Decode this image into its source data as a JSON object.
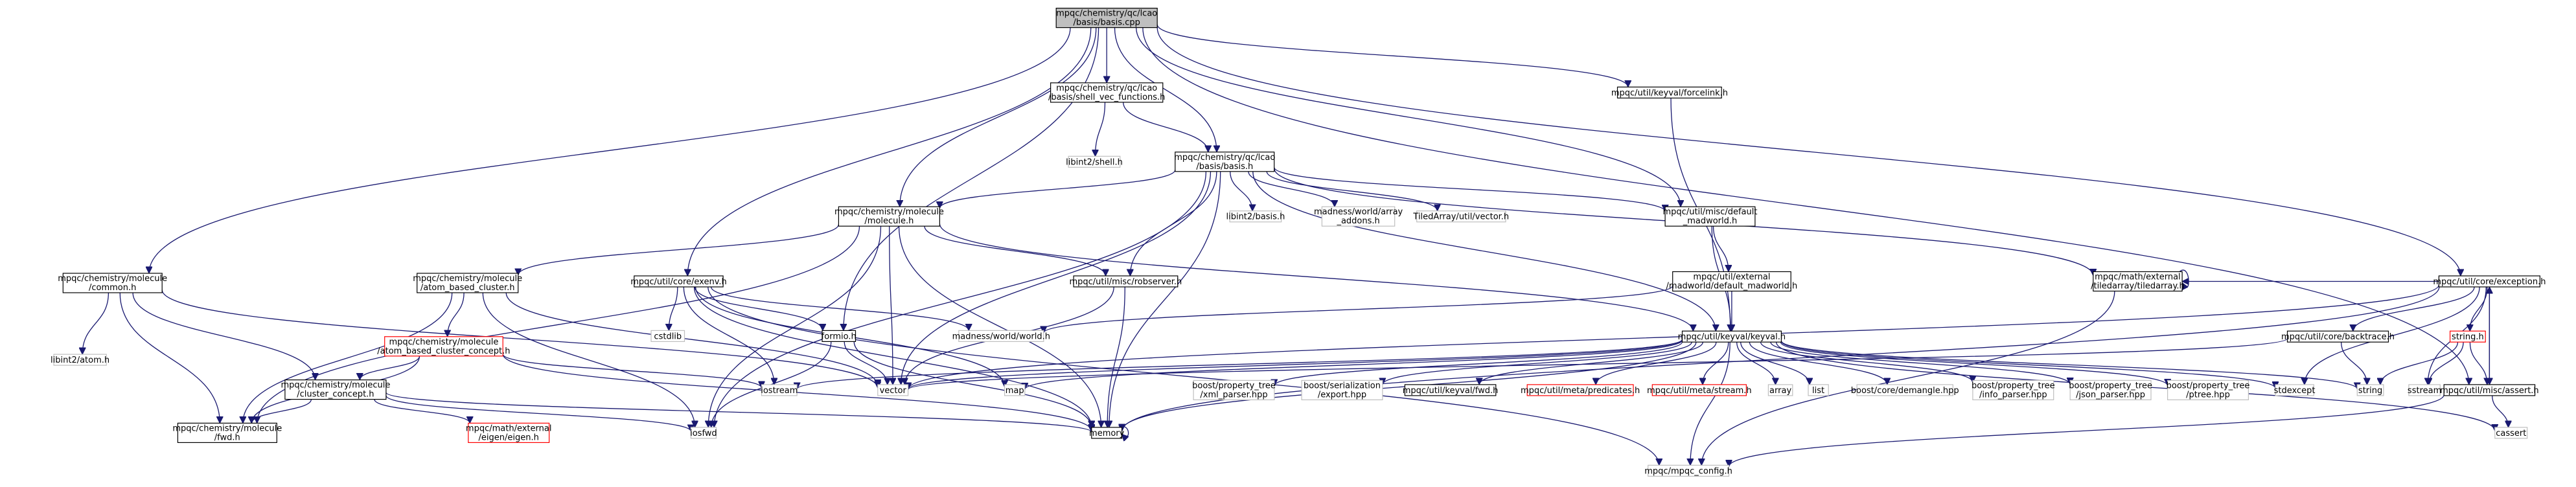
{
  "colors": {
    "edge": "#191970",
    "root_fill": "#bfbfbf",
    "file_border": "#000000",
    "system_border": "#bfbfbf",
    "incomplete_border": "#ff0000"
  },
  "nodes": [
    {
      "id": "root",
      "lines": [
        "mpqc/chemistry/qc/lcao",
        "/basis/basis.cpp"
      ],
      "kind": "root"
    },
    {
      "id": "common_h",
      "lines": [
        "mpqc/chemistry/molecule",
        "/common.h"
      ],
      "kind": "file"
    },
    {
      "id": "shell_vec",
      "lines": [
        "mpqc/chemistry/qc/lcao",
        "/basis/shell_vec_functions.h"
      ],
      "kind": "file"
    },
    {
      "id": "basis_h",
      "lines": [
        "mpqc/chemistry/qc/lcao",
        "/basis/basis.h"
      ],
      "kind": "file"
    },
    {
      "id": "forcelink",
      "lines": [
        "mpqc/util/keyval/forcelink.h"
      ],
      "kind": "file"
    },
    {
      "id": "libint_shell",
      "lines": [
        "libint2/shell.h"
      ],
      "kind": "system"
    },
    {
      "id": "molecule_h",
      "lines": [
        "mpqc/chemistry/molecule",
        "/molecule.h"
      ],
      "kind": "file"
    },
    {
      "id": "libint_basis",
      "lines": [
        "libint2/basis.h"
      ],
      "kind": "system"
    },
    {
      "id": "mad_array",
      "lines": [
        "madness/world/array",
        "_addons.h"
      ],
      "kind": "system"
    },
    {
      "id": "tiled_vector",
      "lines": [
        "TiledArray/util/vector.h"
      ],
      "kind": "system"
    },
    {
      "id": "default_mad",
      "lines": [
        "mpqc/util/misc/default",
        "_madworld.h"
      ],
      "kind": "file"
    },
    {
      "id": "tiledarray_h",
      "lines": [
        "mpqc/math/external",
        "/tiledarray/tiledarray.h"
      ],
      "kind": "file"
    },
    {
      "id": "exception_h",
      "lines": [
        "mpqc/util/core/exception.h"
      ],
      "kind": "file"
    },
    {
      "id": "atom_cluster",
      "lines": [
        "mpqc/chemistry/molecule",
        "/atom_based_cluster.h"
      ],
      "kind": "file"
    },
    {
      "id": "exenv_h",
      "lines": [
        "mpqc/util/core/exenv.h"
      ],
      "kind": "file"
    },
    {
      "id": "robserver",
      "lines": [
        "mpqc/util/misc/robserver.h"
      ],
      "kind": "file"
    },
    {
      "id": "ext_madworld",
      "lines": [
        "mpqc/util/external",
        "/madworld/default_madworld.h"
      ],
      "kind": "file"
    },
    {
      "id": "libint_atom",
      "lines": [
        "libint2/atom.h"
      ],
      "kind": "system"
    },
    {
      "id": "atom_concept",
      "lines": [
        "mpqc/chemistry/molecule",
        "/atom_based_cluster_concept.h"
      ],
      "kind": "incomplete"
    },
    {
      "id": "cstdlib",
      "lines": [
        "cstdlib"
      ],
      "kind": "system"
    },
    {
      "id": "formio",
      "lines": [
        "formio.h"
      ],
      "kind": "file"
    },
    {
      "id": "mad_world",
      "lines": [
        "madness/world/world.h"
      ],
      "kind": "system"
    },
    {
      "id": "keyval_h",
      "lines": [
        "mpqc/util/keyval/keyval.h"
      ],
      "kind": "file"
    },
    {
      "id": "backtrace",
      "lines": [
        "mpqc/util/core/backtrace.h"
      ],
      "kind": "file"
    },
    {
      "id": "string_h",
      "lines": [
        "string.h"
      ],
      "kind": "incomplete"
    },
    {
      "id": "cluster_concept",
      "lines": [
        "mpqc/chemistry/molecule",
        "/cluster_concept.h"
      ],
      "kind": "file"
    },
    {
      "id": "iostream",
      "lines": [
        "iostream"
      ],
      "kind": "system"
    },
    {
      "id": "vector",
      "lines": [
        "vector"
      ],
      "kind": "system"
    },
    {
      "id": "map",
      "lines": [
        "map"
      ],
      "kind": "system"
    },
    {
      "id": "xml_parser",
      "lines": [
        "boost/property_tree",
        "/xml_parser.hpp"
      ],
      "kind": "system"
    },
    {
      "id": "ser_export",
      "lines": [
        "boost/serialization",
        "/export.hpp"
      ],
      "kind": "system"
    },
    {
      "id": "keyval_fwd",
      "lines": [
        "mpqc/util/keyval/fwd.h"
      ],
      "kind": "file"
    },
    {
      "id": "predicates",
      "lines": [
        "mpqc/util/meta/predicates.h"
      ],
      "kind": "incomplete"
    },
    {
      "id": "meta_stream",
      "lines": [
        "mpqc/util/meta/stream.h"
      ],
      "kind": "incomplete"
    },
    {
      "id": "array",
      "lines": [
        "array"
      ],
      "kind": "system"
    },
    {
      "id": "list",
      "lines": [
        "list"
      ],
      "kind": "system"
    },
    {
      "id": "demangle",
      "lines": [
        "boost/core/demangle.hpp"
      ],
      "kind": "system"
    },
    {
      "id": "info_parser",
      "lines": [
        "boost/property_tree",
        "/info_parser.hpp"
      ],
      "kind": "system"
    },
    {
      "id": "json_parser",
      "lines": [
        "boost/property_tree",
        "/json_parser.hpp"
      ],
      "kind": "system"
    },
    {
      "id": "ptree",
      "lines": [
        "boost/property_tree",
        "/ptree.hpp"
      ],
      "kind": "system"
    },
    {
      "id": "stdexcept",
      "lines": [
        "stdexcept"
      ],
      "kind": "system"
    },
    {
      "id": "string",
      "lines": [
        "string"
      ],
      "kind": "system"
    },
    {
      "id": "sstream",
      "lines": [
        "sstream"
      ],
      "kind": "system"
    },
    {
      "id": "assert_h",
      "lines": [
        "mpqc/util/misc/assert.h"
      ],
      "kind": "file"
    },
    {
      "id": "cassert",
      "lines": [
        "cassert"
      ],
      "kind": "system"
    },
    {
      "id": "mol_fwd",
      "lines": [
        "mpqc/chemistry/molecule",
        "/fwd.h"
      ],
      "kind": "file"
    },
    {
      "id": "eigen_h",
      "lines": [
        "mpqc/math/external",
        "/eigen/eigen.h"
      ],
      "kind": "incomplete"
    },
    {
      "id": "iosfwd",
      "lines": [
        "iosfwd"
      ],
      "kind": "system"
    },
    {
      "id": "memory",
      "lines": [
        "memory"
      ],
      "kind": "file"
    },
    {
      "id": "mpqc_config",
      "lines": [
        "mpqc/mpqc_config.h"
      ],
      "kind": "system"
    }
  ],
  "edges": [
    [
      "root",
      "common_h"
    ],
    [
      "root",
      "shell_vec"
    ],
    [
      "root",
      "basis_h"
    ],
    [
      "root",
      "forcelink"
    ],
    [
      "root",
      "molecule_h"
    ],
    [
      "root",
      "default_mad"
    ],
    [
      "root",
      "exception_h"
    ],
    [
      "root",
      "exenv_h"
    ],
    [
      "root",
      "formio"
    ],
    [
      "root",
      "assert_h"
    ],
    [
      "shell_vec",
      "libint_shell"
    ],
    [
      "shell_vec",
      "basis_h"
    ],
    [
      "basis_h",
      "molecule_h"
    ],
    [
      "basis_h",
      "libint_basis"
    ],
    [
      "basis_h",
      "mad_array"
    ],
    [
      "basis_h",
      "tiled_vector"
    ],
    [
      "basis_h",
      "default_mad"
    ],
    [
      "basis_h",
      "tiledarray_h"
    ],
    [
      "basis_h",
      "robserver"
    ],
    [
      "basis_h",
      "keyval_h"
    ],
    [
      "basis_h",
      "vector"
    ],
    [
      "basis_h",
      "memory"
    ],
    [
      "basis_h",
      "iosfwd"
    ],
    [
      "forcelink",
      "keyval_h"
    ],
    [
      "molecule_h",
      "atom_cluster"
    ],
    [
      "molecule_h",
      "robserver"
    ],
    [
      "molecule_h",
      "keyval_h"
    ],
    [
      "molecule_h",
      "mol_fwd"
    ],
    [
      "molecule_h",
      "vector"
    ],
    [
      "molecule_h",
      "memory"
    ],
    [
      "molecule_h",
      "iosfwd"
    ],
    [
      "default_mad",
      "ext_madworld"
    ],
    [
      "default_mad",
      "keyval_h"
    ],
    [
      "tiledarray_h",
      "tiledarray_h"
    ],
    [
      "tiledarray_h",
      "mpqc_config"
    ],
    [
      "exception_h",
      "backtrace"
    ],
    [
      "exception_h",
      "string_h"
    ],
    [
      "exception_h",
      "stdexcept"
    ],
    [
      "exception_h",
      "sstream"
    ],
    [
      "exception_h",
      "assert_h"
    ],
    [
      "exception_h",
      "vector"
    ],
    [
      "exception_h",
      "memory"
    ],
    [
      "exception_h",
      "tiledarray_h"
    ],
    [
      "atom_cluster",
      "atom_concept"
    ],
    [
      "atom_cluster",
      "mol_fwd"
    ],
    [
      "atom_cluster",
      "vector"
    ],
    [
      "atom_cluster",
      "iosfwd"
    ],
    [
      "exenv_h",
      "cstdlib"
    ],
    [
      "exenv_h",
      "formio"
    ],
    [
      "exenv_h",
      "mad_world"
    ],
    [
      "exenv_h",
      "iostream"
    ],
    [
      "exenv_h",
      "memory"
    ],
    [
      "exenv_h",
      "map"
    ],
    [
      "robserver",
      "vector"
    ],
    [
      "robserver",
      "memory"
    ],
    [
      "ext_madworld",
      "mad_world"
    ],
    [
      "ext_madworld",
      "keyval_h"
    ],
    [
      "common_h",
      "libint_atom"
    ],
    [
      "common_h",
      "cluster_concept"
    ],
    [
      "common_h",
      "mol_fwd"
    ],
    [
      "common_h",
      "vector"
    ],
    [
      "atom_concept",
      "cluster_concept"
    ],
    [
      "atom_concept",
      "iostream"
    ],
    [
      "atom_concept",
      "memory"
    ],
    [
      "atom_concept",
      "mol_fwd"
    ],
    [
      "formio",
      "iosfwd"
    ],
    [
      "formio",
      "memory"
    ],
    [
      "formio",
      "vector"
    ],
    [
      "keyval_h",
      "map"
    ],
    [
      "keyval_h",
      "vector"
    ],
    [
      "keyval_h",
      "iostream"
    ],
    [
      "keyval_h",
      "xml_parser"
    ],
    [
      "keyval_h",
      "ser_export"
    ],
    [
      "keyval_h",
      "keyval_fwd"
    ],
    [
      "keyval_h",
      "predicates"
    ],
    [
      "keyval_h",
      "meta_stream"
    ],
    [
      "keyval_h",
      "array"
    ],
    [
      "keyval_h",
      "list"
    ],
    [
      "keyval_h",
      "demangle"
    ],
    [
      "keyval_h",
      "info_parser"
    ],
    [
      "keyval_h",
      "json_parser"
    ],
    [
      "keyval_h",
      "ptree"
    ],
    [
      "keyval_h",
      "stdexcept"
    ],
    [
      "keyval_h",
      "string"
    ],
    [
      "keyval_h",
      "memory"
    ],
    [
      "keyval_h",
      "mpqc_config"
    ],
    [
      "keyval_h",
      "cassert"
    ],
    [
      "backtrace",
      "string"
    ],
    [
      "backtrace",
      "vector"
    ],
    [
      "string_h",
      "string"
    ],
    [
      "string_h",
      "sstream"
    ],
    [
      "string_h",
      "assert_h"
    ],
    [
      "cluster_concept",
      "eigen_h"
    ],
    [
      "cluster_concept",
      "mol_fwd"
    ],
    [
      "cluster_concept",
      "memory"
    ],
    [
      "cluster_concept",
      "iosfwd"
    ],
    [
      "assert_h",
      "cassert"
    ],
    [
      "assert_h",
      "mpqc_config"
    ],
    [
      "assert_h",
      "exception_h"
    ],
    [
      "memory",
      "memory"
    ],
    [
      "exenv_h",
      "mpqc_config"
    ]
  ]
}
